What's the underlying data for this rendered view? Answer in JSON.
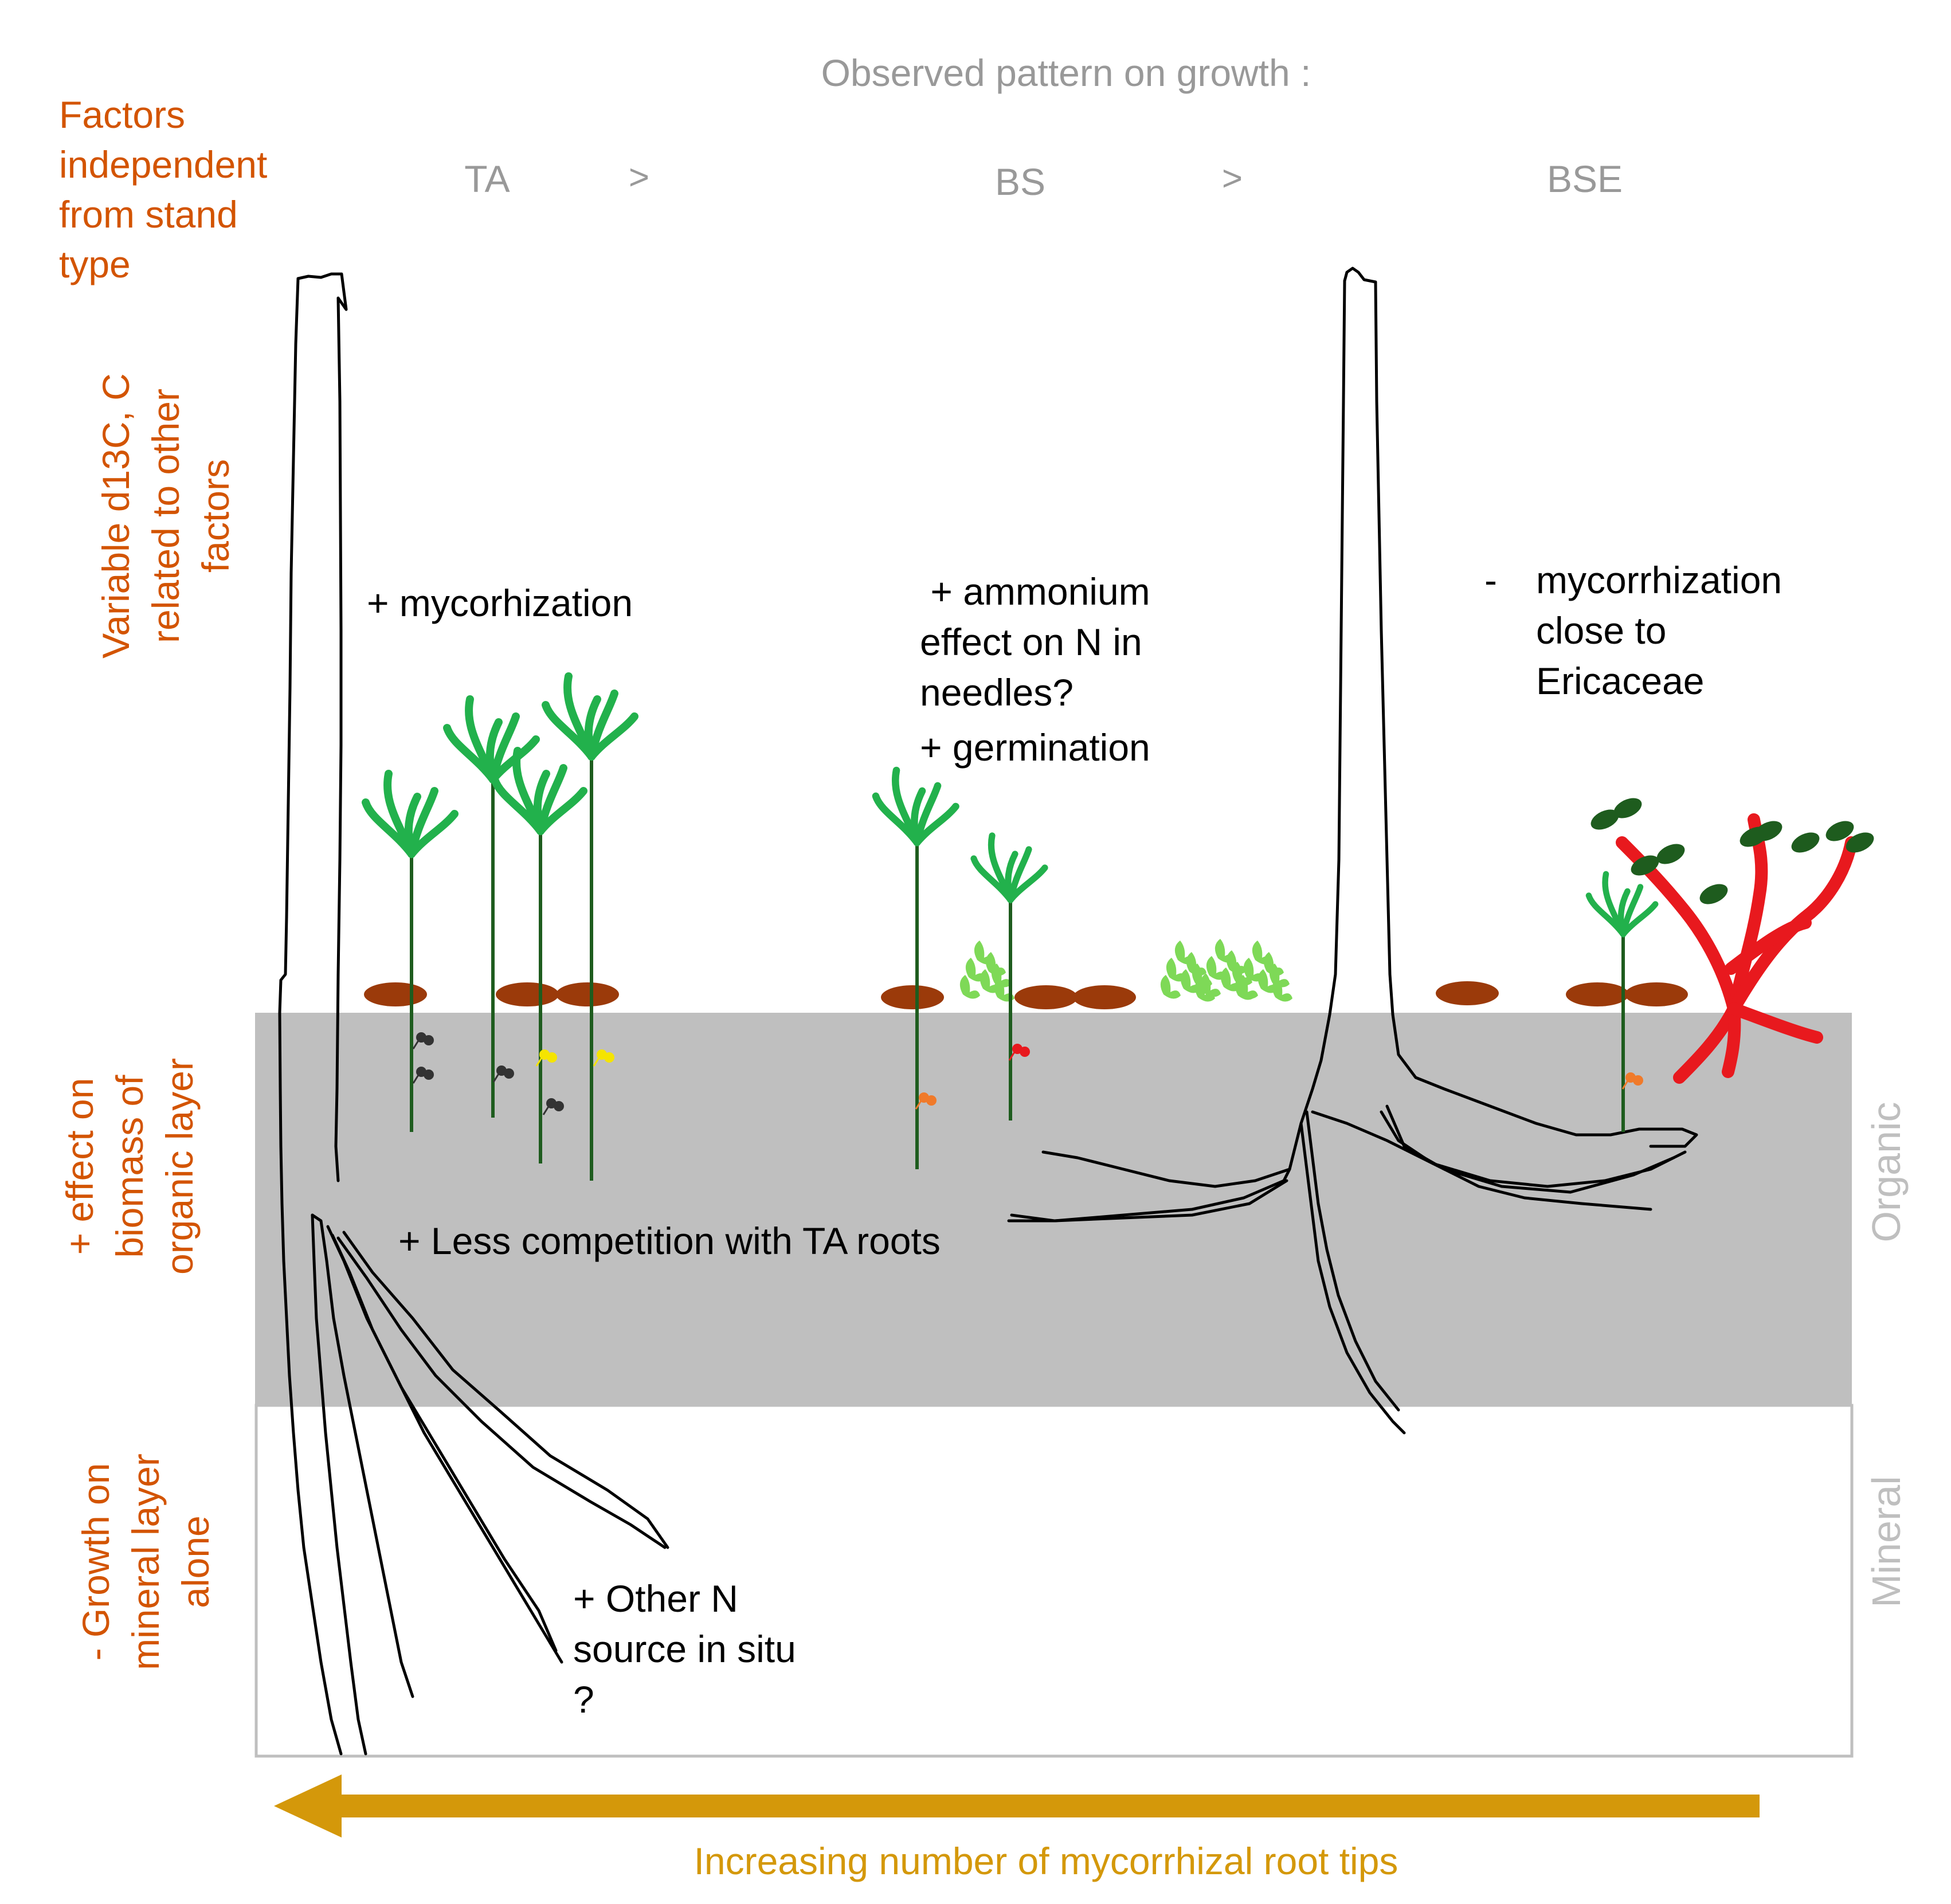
{
  "header": {
    "observed": "Observed pattern on growth :",
    "stands": [
      "TA",
      "BS",
      "BSE"
    ],
    "gt": ">"
  },
  "factors": {
    "heading": [
      "Factors",
      "independent",
      "from stand",
      "type"
    ],
    "d13c": [
      "Variable d13C, C",
      "related to other",
      "factors"
    ],
    "organic_effect": [
      "+ effect on",
      "biomass of",
      "organic layer"
    ],
    "mineral_growth": [
      "- Growth on",
      "mineral layer",
      "alone"
    ]
  },
  "annotations": {
    "ta_mycor": [
      "+ mycorhization"
    ],
    "bs_ammonium": [
      " + ammonium",
      "effect on N in",
      "needles?",
      "+ germination"
    ],
    "bse_dash": "-",
    "bse_mycor": [
      "mycorrhization",
      "close to",
      "Ericaceae"
    ],
    "competition": [
      "+ Less competition with TA roots"
    ],
    "other_n": [
      "+ Other N",
      "source in situ",
      "?"
    ]
  },
  "layers": {
    "organic": "Organic",
    "mineral": "Mineral"
  },
  "arrow": {
    "label": "Increasing number of mycorrhizal root tips"
  },
  "colors": {
    "factor_text": "#D35400",
    "header_text": "#999999",
    "organic_fill": "#BFBFBF",
    "arrow": "#D4980A",
    "seedling_leaf": "#22B14C",
    "seedling_stem": "#1E5C1E",
    "moss": "#7ED957",
    "seed": "#9B3A0A",
    "ericaceae": "#E8191E",
    "ericaceae_leaf": "#1E5C1E"
  }
}
